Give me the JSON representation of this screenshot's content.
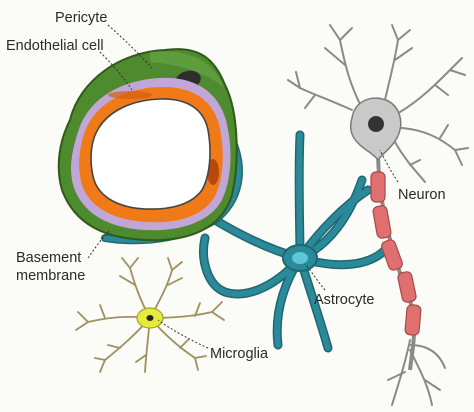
{
  "labels": {
    "pericyte": "Pericyte",
    "endothelial_cell": "Endothelial cell",
    "basement_line1": "Basement",
    "basement_line2": "membrane",
    "neuron": "Neuron",
    "astrocyte": "Astrocyte",
    "microglia": "Microglia"
  },
  "colors": {
    "pericyte": "#4e8a2e",
    "pericyte_nucleus": "#2d2d2d",
    "basement_membrane": "#c3a6d8",
    "endothelial": "#f07a18",
    "endothelial_nucleus": "#b5490e",
    "astrocyte": "#2b8a9a",
    "astrocyte_nucleus": "#5ec7d6",
    "neuron_body": "#c9c9c9",
    "neuron_nucleus": "#333333",
    "myelin": "#e07070",
    "dendrite": "#8a8a8a",
    "microglia_body": "#e6ea3a",
    "microglia_branch": "#a09060"
  }
}
